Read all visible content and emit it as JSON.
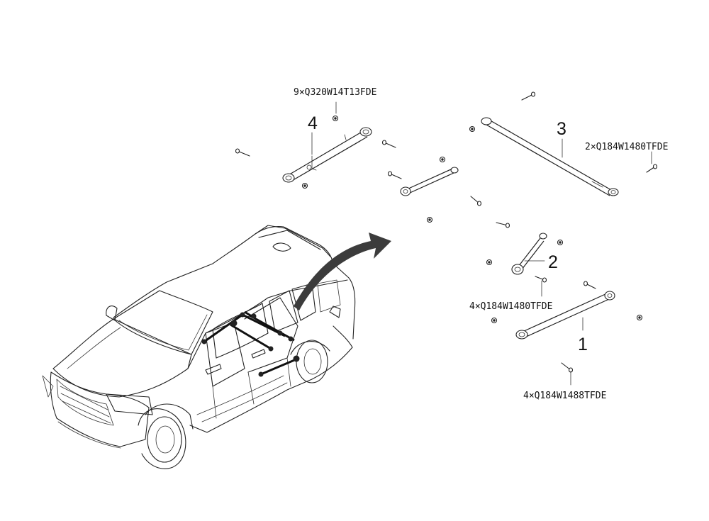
{
  "callouts": {
    "item1": "1",
    "item2": "2",
    "item3": "3",
    "item4": "4"
  },
  "fasteners": {
    "f_item4": "9×Q320W14T13FDE",
    "f_item3": "2×Q184W1480TFDE",
    "f_item2": "4×Q184W1480TFDE",
    "f_item1": "4×Q184W1488TFDE"
  },
  "colors": {
    "ink": "#222222",
    "arrow": "#3c3c3c",
    "background": "#ffffff"
  }
}
